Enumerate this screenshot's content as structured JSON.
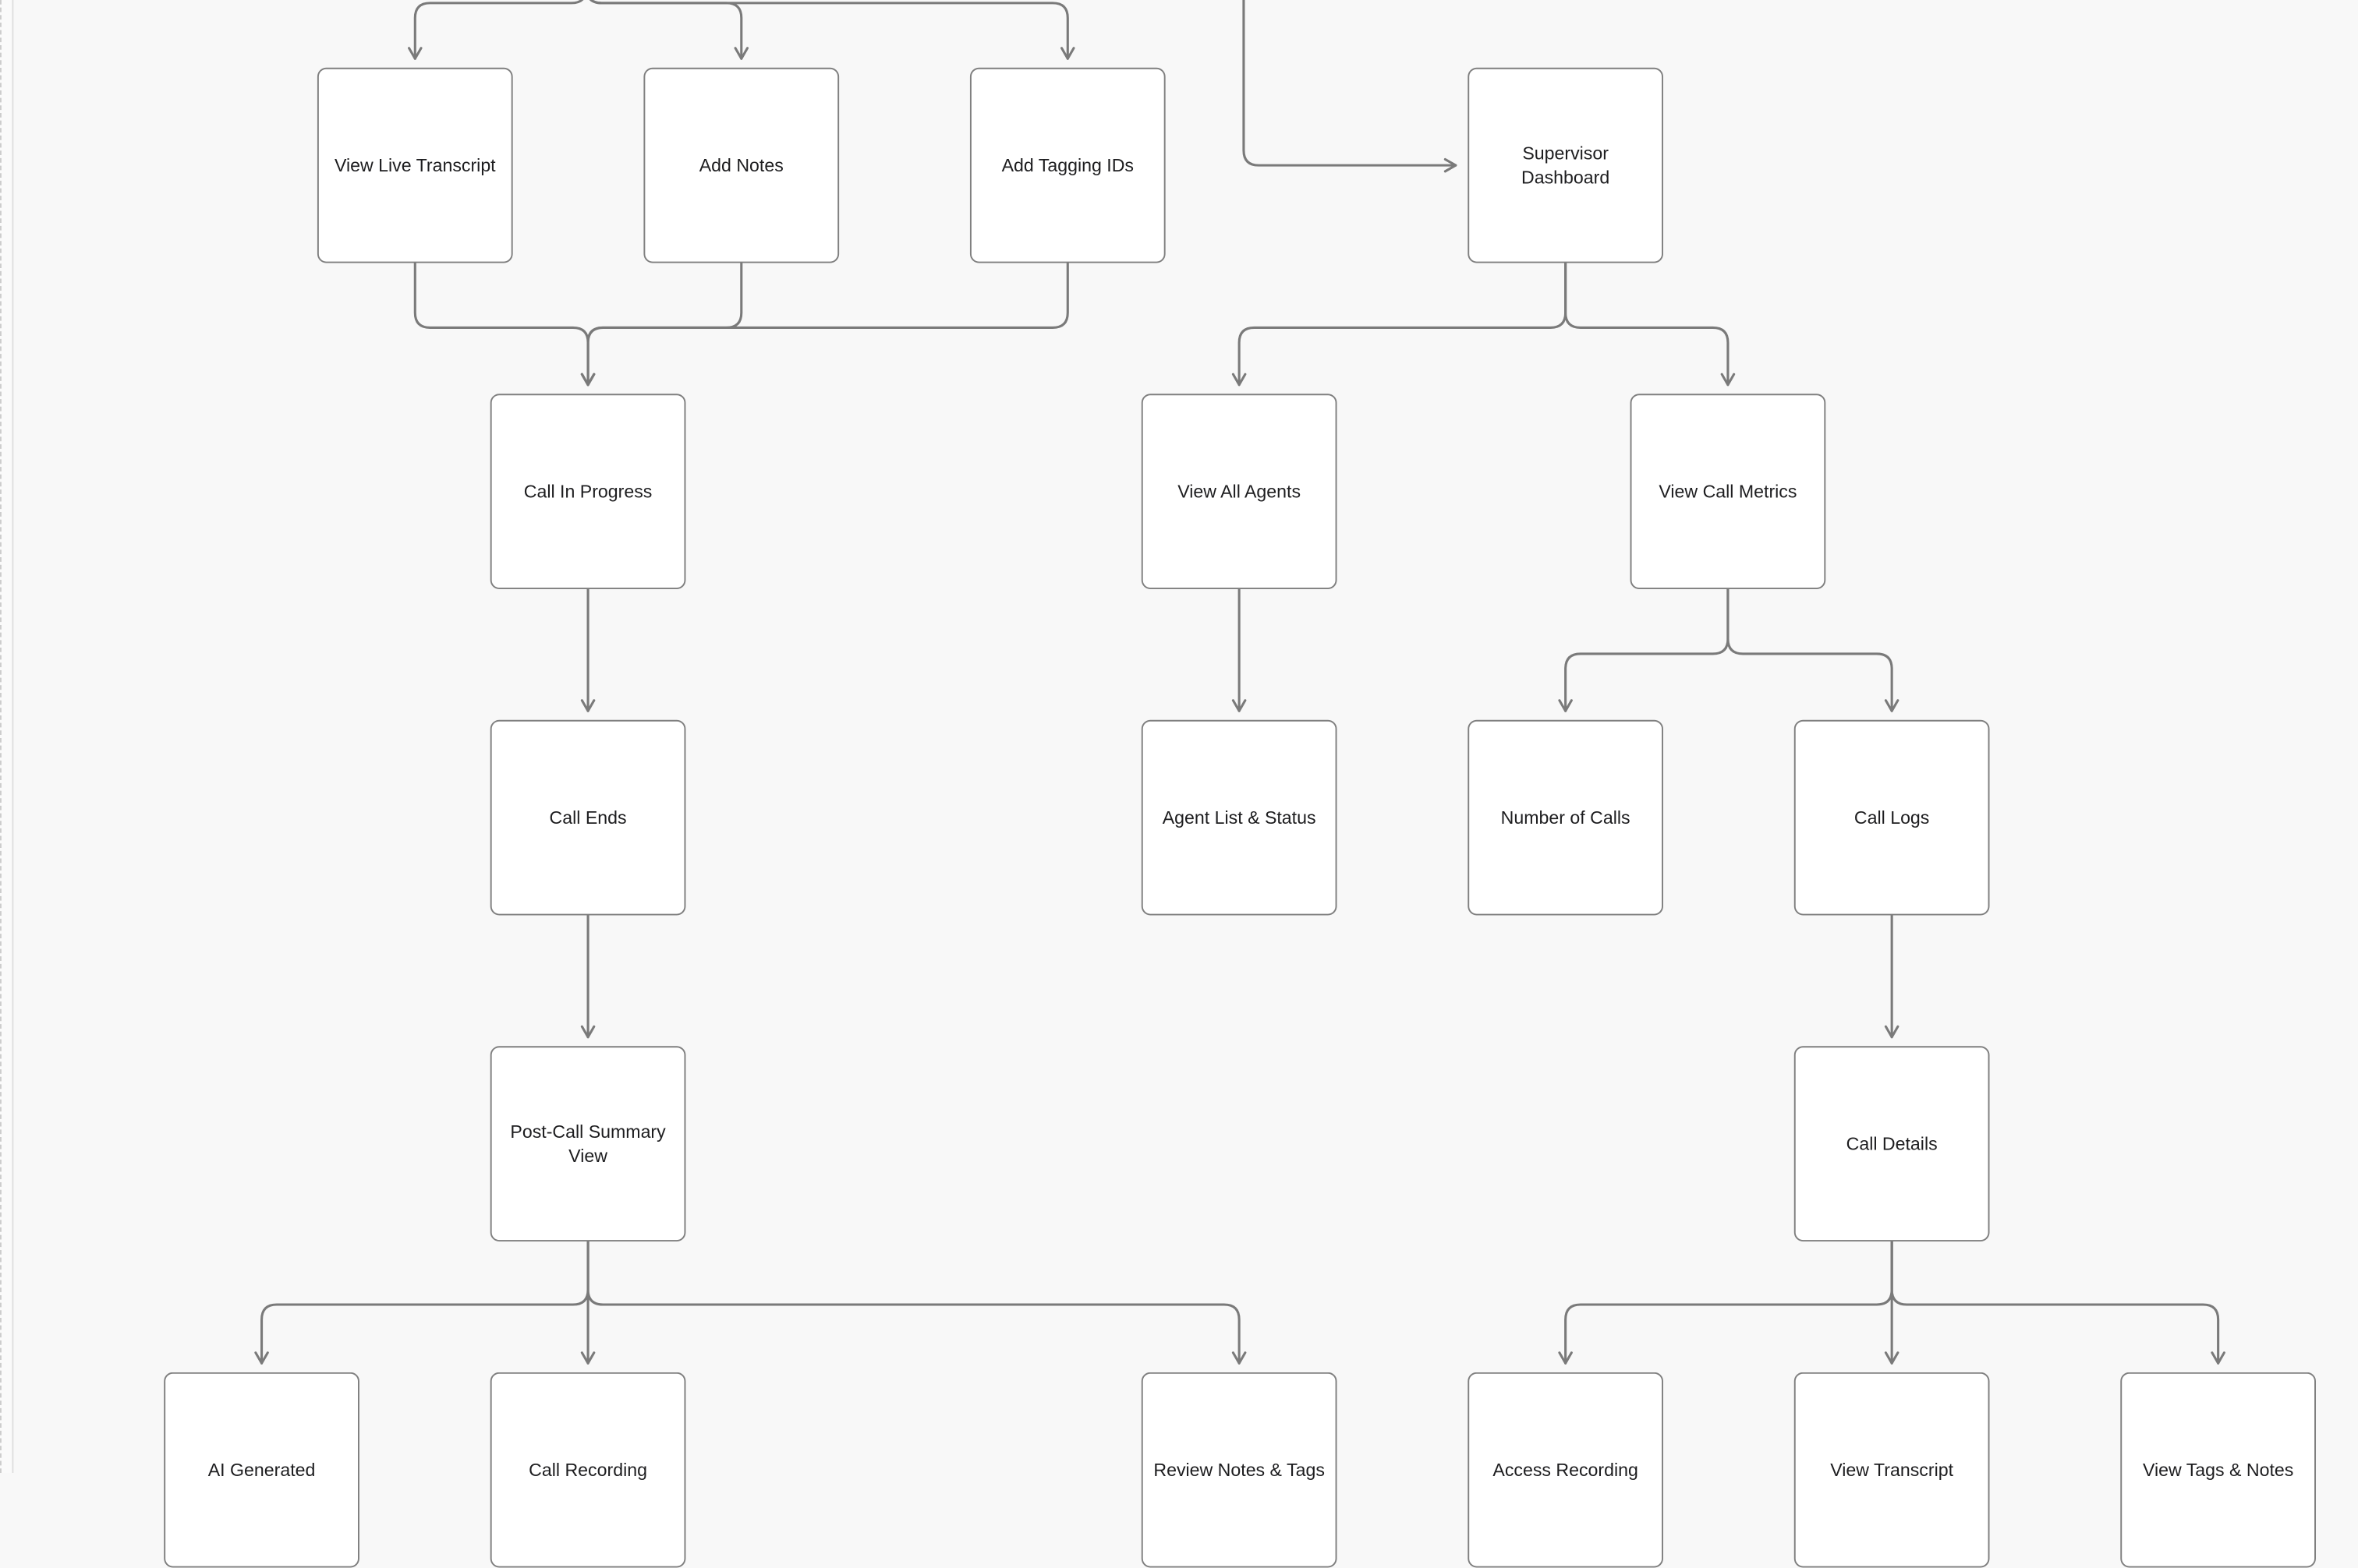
{
  "canvas": {
    "background": "#f8f8f8",
    "edge_color": "#7a7a7a",
    "node_border_color": "#7f7f7f",
    "node_fill": "#ffffff",
    "text_color": "#1d1d1f"
  },
  "nodes": {
    "view_live_transcript": {
      "label": "View Live Transcript"
    },
    "add_notes": {
      "label": "Add Notes"
    },
    "add_tagging_ids": {
      "label": "Add Tagging IDs"
    },
    "supervisor_dashboard": {
      "label": "Supervisor Dashboard"
    },
    "call_in_progress": {
      "label": "Call In Progress"
    },
    "view_all_agents": {
      "label": "View All Agents"
    },
    "view_call_metrics": {
      "label": "View Call Metrics"
    },
    "call_ends": {
      "label": "Call Ends"
    },
    "agent_list_status": {
      "label": "Agent List & Status"
    },
    "number_of_calls": {
      "label": "Number of Calls"
    },
    "call_logs": {
      "label": "Call Logs"
    },
    "post_call_summary": {
      "label": "Post-Call Summary View"
    },
    "call_details": {
      "label": "Call Details"
    },
    "ai_generated": {
      "label": "AI Generated"
    },
    "call_recording": {
      "label": "Call Recording"
    },
    "review_notes_tags": {
      "label": "Review Notes & Tags"
    },
    "access_recording": {
      "label": "Access Recording"
    },
    "view_transcript": {
      "label": "View Transcript"
    },
    "view_tags_notes": {
      "label": "View Tags & Notes"
    }
  },
  "edges": [
    {
      "from": "offscreen-top",
      "to": "view_live_transcript"
    },
    {
      "from": "offscreen-top",
      "to": "add_notes"
    },
    {
      "from": "offscreen-top",
      "to": "add_tagging_ids"
    },
    {
      "from": "offscreen-top",
      "to": "supervisor_dashboard"
    },
    {
      "from": "view_live_transcript",
      "to": "call_in_progress"
    },
    {
      "from": "add_notes",
      "to": "call_in_progress"
    },
    {
      "from": "add_tagging_ids",
      "to": "call_in_progress"
    },
    {
      "from": "supervisor_dashboard",
      "to": "view_all_agents"
    },
    {
      "from": "supervisor_dashboard",
      "to": "view_call_metrics"
    },
    {
      "from": "call_in_progress",
      "to": "call_ends"
    },
    {
      "from": "view_all_agents",
      "to": "agent_list_status"
    },
    {
      "from": "view_call_metrics",
      "to": "number_of_calls"
    },
    {
      "from": "view_call_metrics",
      "to": "call_logs"
    },
    {
      "from": "call_ends",
      "to": "post_call_summary"
    },
    {
      "from": "call_logs",
      "to": "call_details"
    },
    {
      "from": "post_call_summary",
      "to": "ai_generated"
    },
    {
      "from": "post_call_summary",
      "to": "call_recording"
    },
    {
      "from": "post_call_summary",
      "to": "review_notes_tags"
    },
    {
      "from": "call_details",
      "to": "access_recording"
    },
    {
      "from": "call_details",
      "to": "view_transcript"
    },
    {
      "from": "call_details",
      "to": "view_tags_notes"
    }
  ]
}
